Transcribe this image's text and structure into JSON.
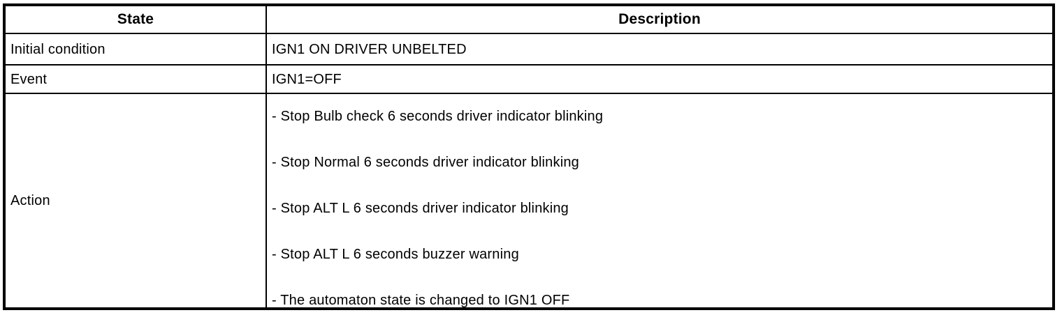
{
  "colors": {
    "border": "#000000",
    "text": "#000000",
    "background": "#ffffff"
  },
  "table": {
    "headers": {
      "state": "State",
      "description": "Description"
    },
    "rows": [
      {
        "label": "Initial condition",
        "description": "IGN1 ON DRIVER UNBELTED"
      },
      {
        "label": "Event",
        "description": "IGN1=OFF"
      },
      {
        "label": "Action",
        "actions": [
          "- Stop Bulb check 6 seconds driver indicator blinking",
          "- Stop Normal 6 seconds driver indicator blinking",
          "- Stop ALT L 6 seconds driver indicator blinking",
          "- Stop ALT L 6 seconds buzzer warning",
          "- The automaton state is changed to IGN1 OFF"
        ]
      }
    ]
  }
}
